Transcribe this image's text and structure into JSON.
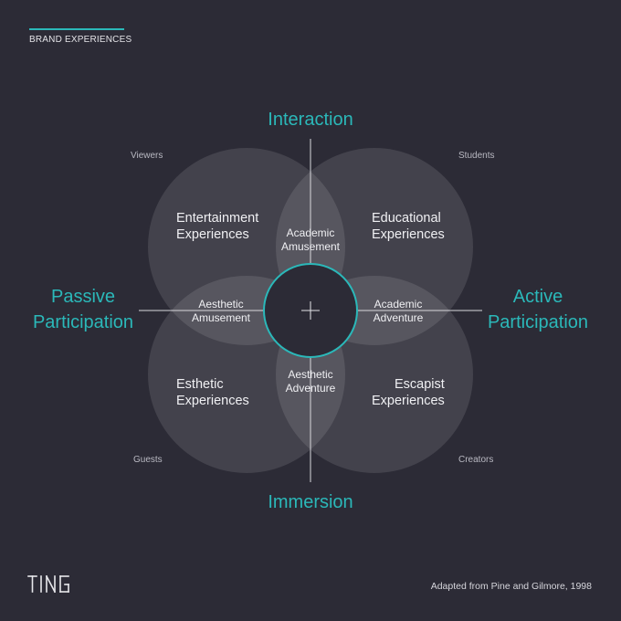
{
  "header": {
    "title": "BRAND EXPERIENCES"
  },
  "axes": {
    "top": "Interaction",
    "bottom": "Immersion",
    "left": "Passive\nParticipation",
    "right": "Active\nParticipation"
  },
  "quadrants": {
    "top_left": "Entertainment\nExperiences",
    "top_right": "Educational\nExperiences",
    "bottom_left": "Esthetic\nExperiences",
    "bottom_right": "Escapist\nExperiences"
  },
  "overlaps": {
    "top": "Academic\nAmusement",
    "left": "Aesthetic\nAmusement",
    "right": "Academic\nAdventure",
    "bottom": "Aesthetic\nAdventure"
  },
  "audiences": {
    "top_left": "Viewers",
    "top_right": "Students",
    "bottom_left": "Guests",
    "bottom_right": "Creators"
  },
  "footer": {
    "note": "Adapted from Pine and Gilmore, 1998"
  },
  "logo": {
    "text": "TING"
  },
  "colors": {
    "background": "#2c2b36",
    "accent": "#2bb8b9",
    "circle_fill": "#ffffff"
  }
}
